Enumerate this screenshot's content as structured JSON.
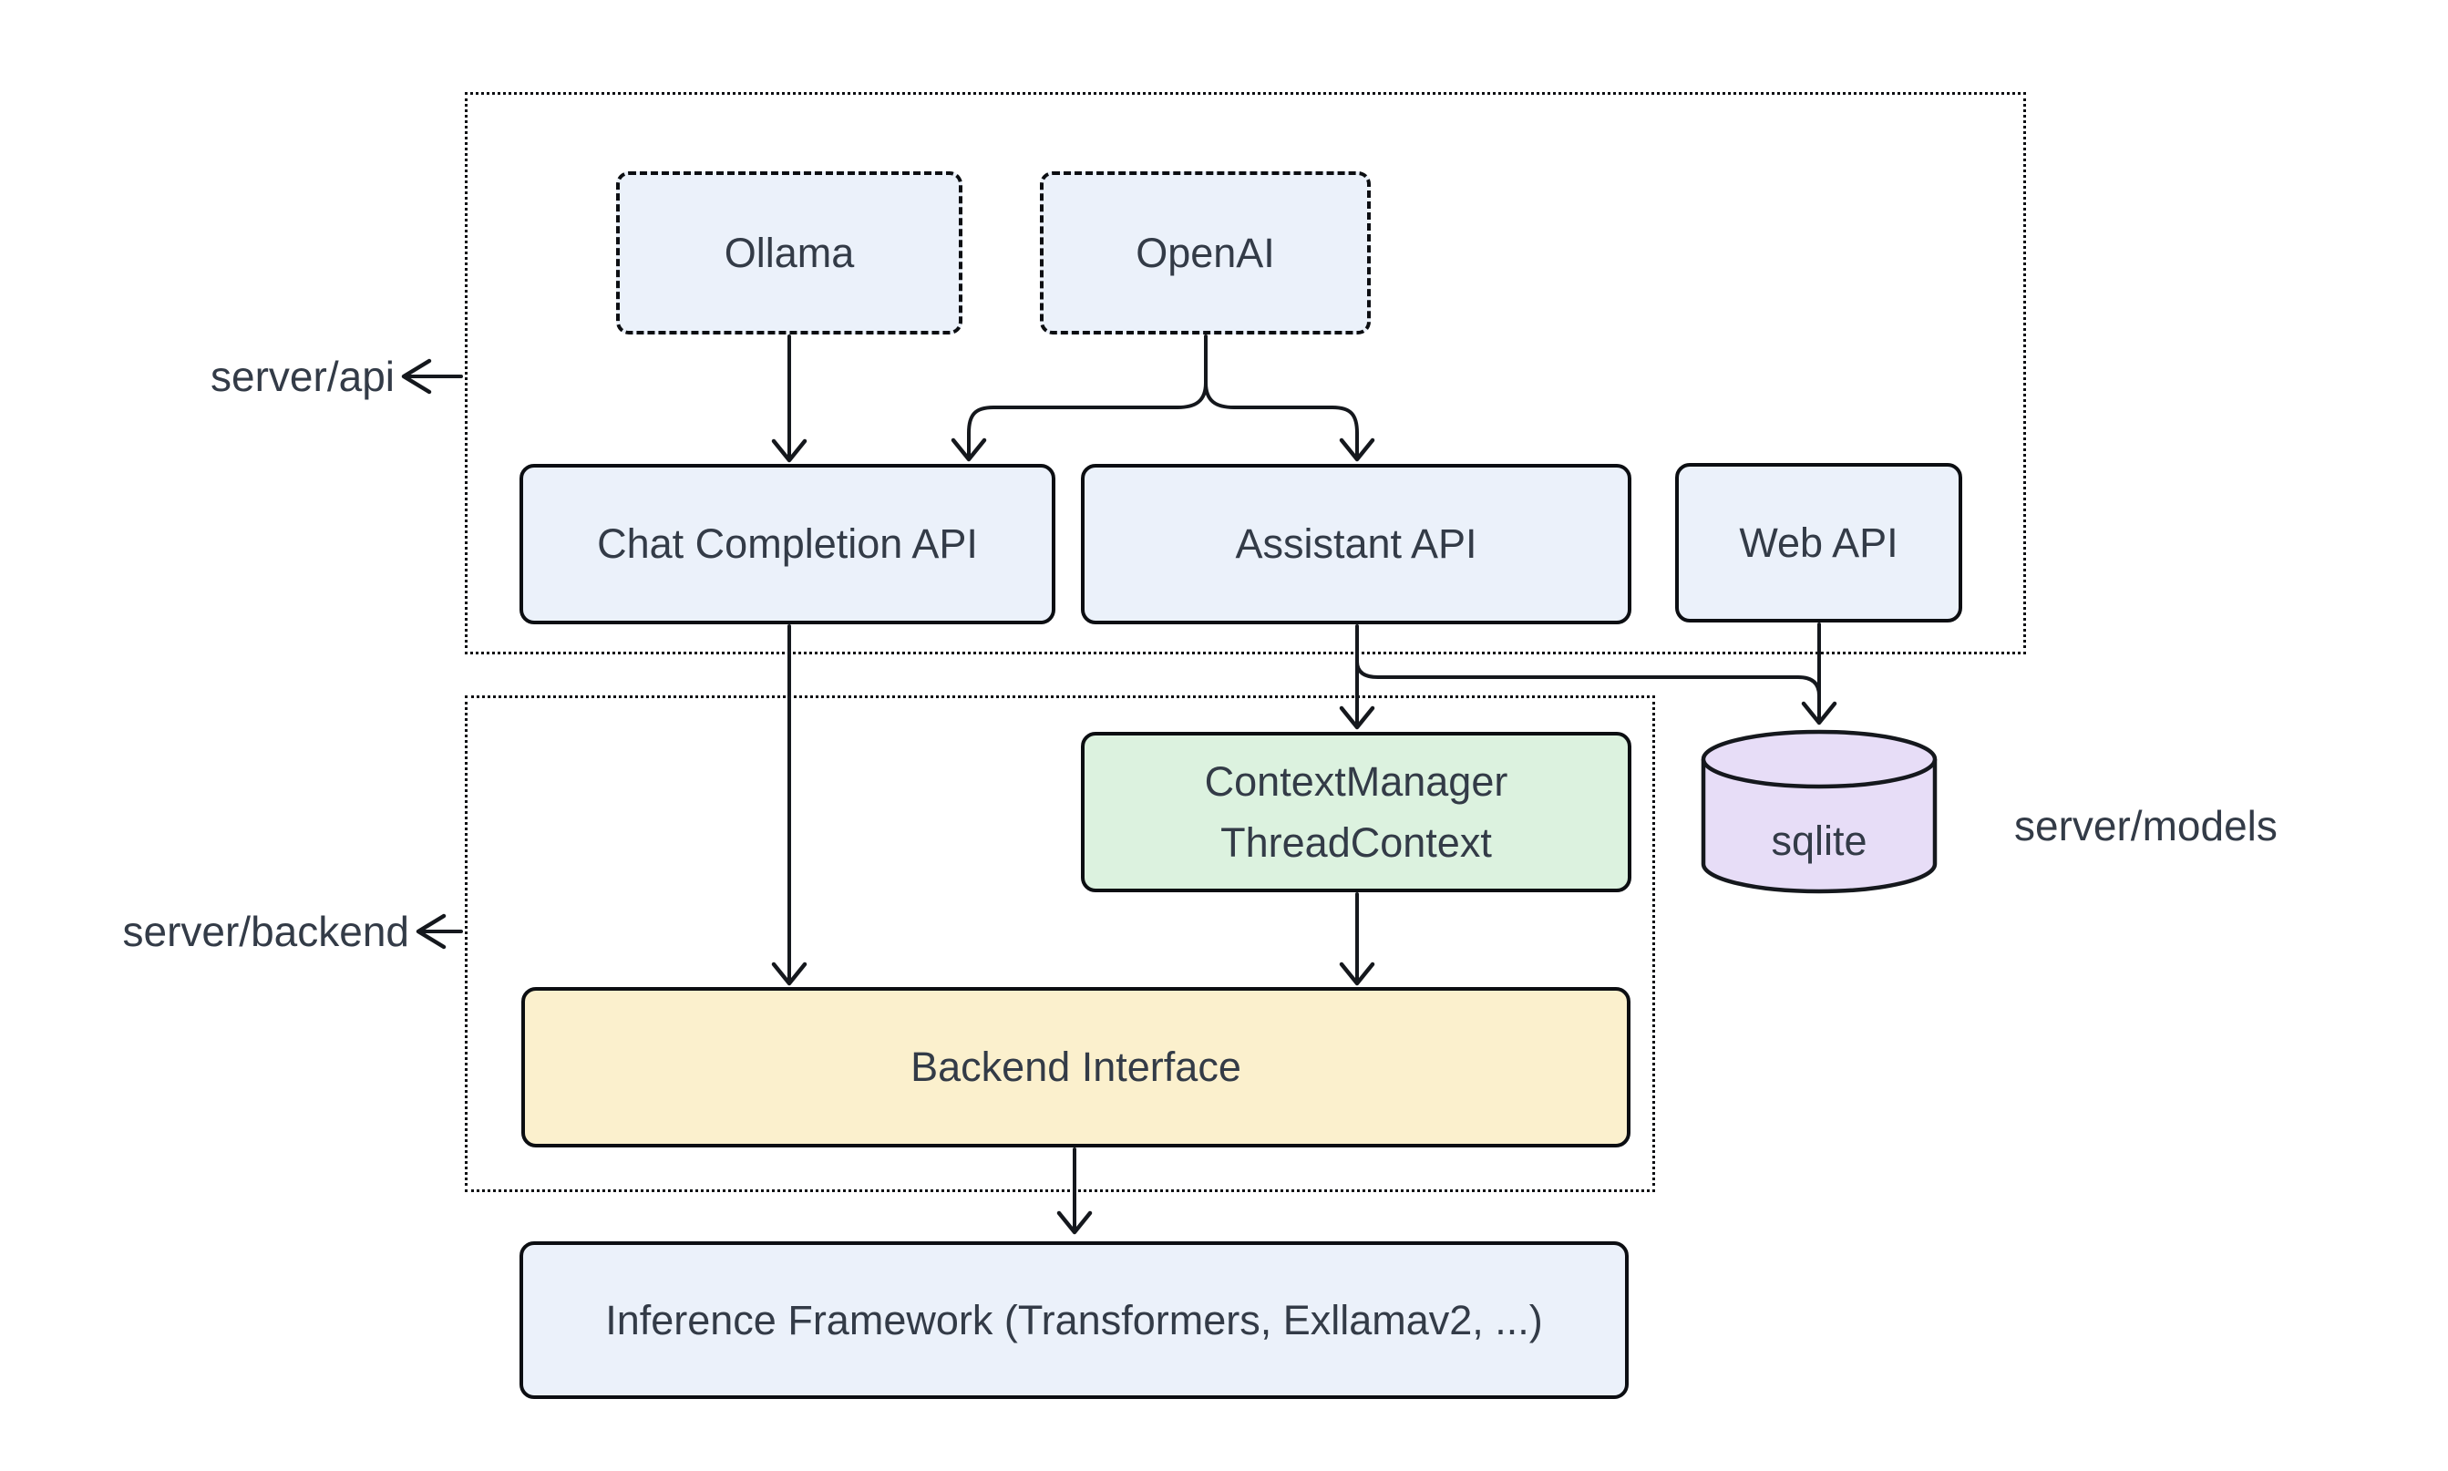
{
  "clusters": {
    "api": {
      "label": "server/api"
    },
    "backend": {
      "label": "server/backend"
    }
  },
  "nodes": {
    "ollama": {
      "label": "Ollama"
    },
    "openai": {
      "label": "OpenAI"
    },
    "chat_completion": {
      "label": "Chat Completion API"
    },
    "assistant": {
      "label": "Assistant API"
    },
    "web_api": {
      "label": "Web API"
    },
    "context_manager": {
      "line1": "ContextManager",
      "line2": "ThreadContext"
    },
    "backend_interface": {
      "label": "Backend Interface"
    },
    "inference": {
      "label": "Inference Framework (Transformers, Exllamav2, ...)"
    },
    "sqlite": {
      "label": "sqlite"
    }
  },
  "side_labels": {
    "models": "server/models"
  },
  "colors": {
    "node_blue": "#EBF1FA",
    "node_green": "#DCF2DF",
    "node_yellow": "#FBF0CD",
    "node_purple": "#E7DDF7",
    "line": "#15181D",
    "text": "#333B47"
  },
  "edges": [
    {
      "from": "Ollama",
      "to": "Chat Completion API"
    },
    {
      "from": "OpenAI",
      "to": "Chat Completion API"
    },
    {
      "from": "OpenAI",
      "to": "Assistant API"
    },
    {
      "from": "Chat Completion API",
      "to": "Backend Interface"
    },
    {
      "from": "Assistant API",
      "to": "ContextManager ThreadContext"
    },
    {
      "from": "Assistant API",
      "to": "sqlite"
    },
    {
      "from": "Web API",
      "to": "sqlite"
    },
    {
      "from": "ContextManager ThreadContext",
      "to": "Backend Interface"
    },
    {
      "from": "Backend Interface",
      "to": "Inference Framework (Transformers, Exllamav2, ...)"
    }
  ]
}
